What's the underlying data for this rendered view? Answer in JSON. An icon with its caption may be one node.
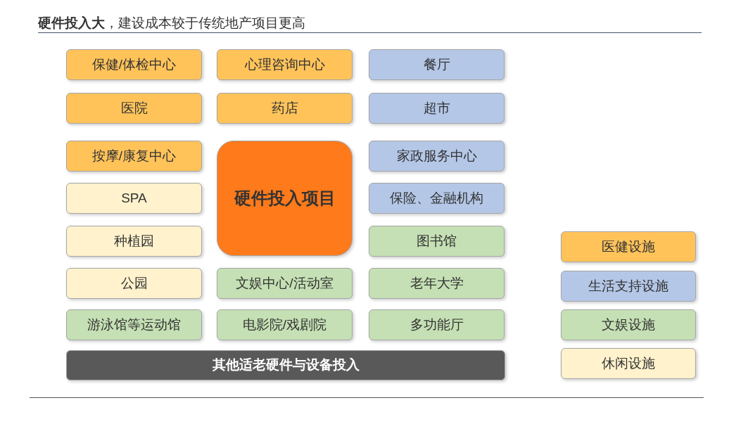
{
  "diagram": {
    "title": "**硬件投入大**，建设成本较于传统地产项目更高",
    "nodes": [
      {
        "text": [
          "保健/体检中心"
        ]
      },
      {
        "text": [
          "心理咨询中心"
        ]
      },
      {
        "text": [
          "餐厅"
        ]
      },
      {
        "text": [
          "医院"
        ]
      },
      {
        "text": [
          "药店"
        ]
      },
      {
        "text": [
          "超市"
        ]
      },
      {
        "text": [
          "按摩/康复中心"
        ]
      },
      {
        "text": [
          "硬件投入项目"
        ]
      },
      {
        "text": [
          "家政服务中心"
        ]
      },
      {
        "text": [
          "SPA"
        ]
      },
      {
        "text": [
          "保险、金融机构"
        ]
      },
      {
        "text": [
          "种植园"
        ]
      },
      {
        "text": [
          "图书馆"
        ]
      },
      {
        "text": [
          "公园"
        ]
      },
      {
        "text": [
          "文娱中心/活动室"
        ]
      },
      {
        "text": [
          "老年大学"
        ]
      },
      {
        "text": [
          "游泳馆等运动馆"
        ]
      },
      {
        "text": [
          "电影院/戏剧院"
        ]
      },
      {
        "text": [
          "多功能厅"
        ]
      },
      {
        "text": [
          "其他适老硬件与设备投入"
        ]
      }
    ],
    "legend": [
      {
        "text": "医健设施",
        "color": "#ffc35a"
      },
      {
        "text": "生活支持设施",
        "color": "#b4c7e7"
      },
      {
        "text": "文娱设施",
        "color": "#c5e0b4"
      },
      {
        "text": "休闲设施",
        "color": "#fff2cc"
      }
    ]
  }
}
